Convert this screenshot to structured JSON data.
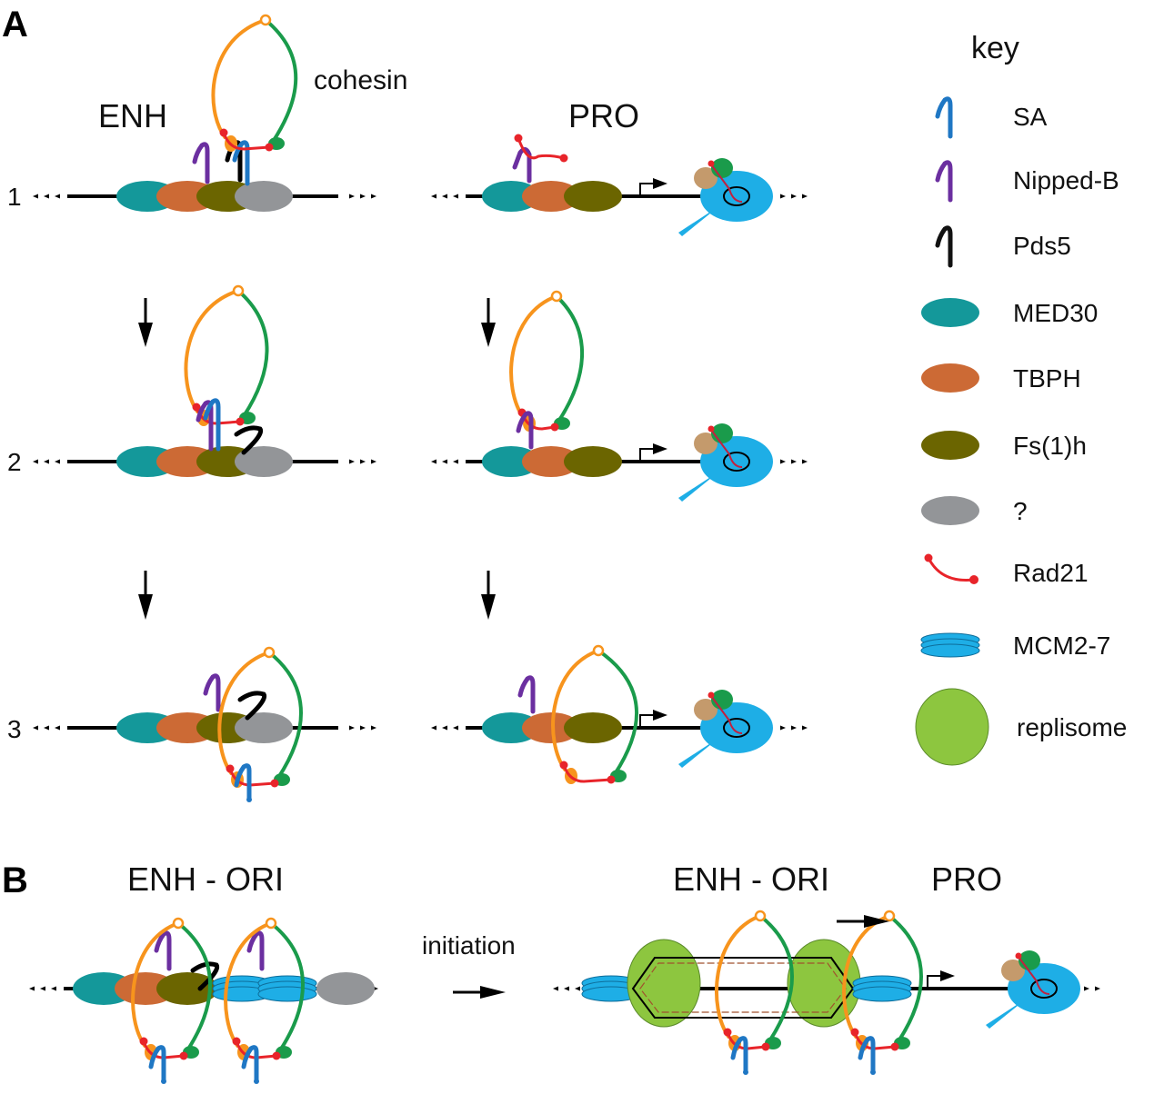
{
  "panels": {
    "a": {
      "label": "A",
      "column_titles": {
        "enh": "ENH",
        "pro": "PRO"
      },
      "cohesin_label": "cohesin",
      "steps": [
        "1",
        "2",
        "3"
      ]
    },
    "b": {
      "label": "B",
      "left_title": "ENH - ORI",
      "right_title_ori": "ENH - ORI",
      "right_title_pro": "PRO",
      "transition_label": "initiation"
    }
  },
  "key": {
    "title": "key",
    "items": [
      {
        "name": "SA",
        "symbol": "hook",
        "color": "#1f77c4"
      },
      {
        "name": "Nipped-B",
        "symbol": "hook",
        "color": "#6b2fa0"
      },
      {
        "name": "Pds5",
        "symbol": "hook",
        "color": "#111111"
      },
      {
        "name": "MED30",
        "symbol": "ellipse",
        "color": "#14989a"
      },
      {
        "name": "TBPH",
        "symbol": "ellipse",
        "color": "#cc6a35"
      },
      {
        "name": "Fs(1)h",
        "symbol": "ellipse",
        "color": "#6b6500"
      },
      {
        "name": "?",
        "symbol": "ellipse",
        "color": "#939598"
      },
      {
        "name": "Rad21",
        "symbol": "arc",
        "color": "#e8242a"
      },
      {
        "name": "MCM2-7",
        "symbol": "stacked-disks",
        "color": "#1eaee6"
      },
      {
        "name": "replisome",
        "symbol": "circle",
        "color": "#8dc63f"
      }
    ]
  },
  "colors": {
    "smc_orange": "#f7941d",
    "smc_green": "#1a9b4b",
    "rad21": "#e8242a",
    "polII": "#1eaee6",
    "tan": "#c49a6c",
    "dark_green": "#1a9b4b",
    "dna": "#000000"
  }
}
